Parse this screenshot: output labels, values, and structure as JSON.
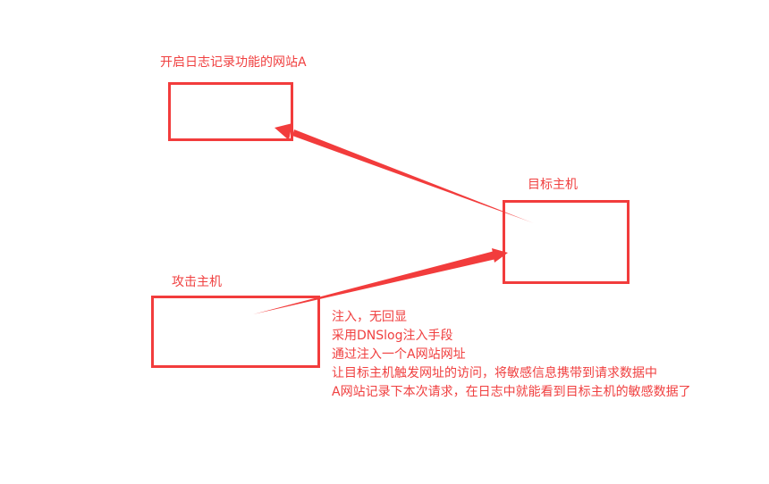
{
  "diagram": {
    "nodes": {
      "site_a": {
        "label": "开启日志记录功能的网站A"
      },
      "target": {
        "label": "目标主机"
      },
      "attacker": {
        "label": "攻击主机"
      }
    },
    "edges": [
      {
        "from": "attacker",
        "to": "target"
      },
      {
        "from": "target",
        "to": "site_a"
      }
    ],
    "notes": [
      "注入，无回显",
      "采用DNSlog注入手段",
      "通过注入一个A网站网址",
      "让目标主机触发网址的访问，将敏感信息携带到请求数据中",
      "A网站记录下本次请求，在日志中就能看到目标主机的敏感数据了"
    ],
    "colors": {
      "stroke": "#f23c3c",
      "text": "#f04040",
      "background": "#ffffff"
    }
  }
}
